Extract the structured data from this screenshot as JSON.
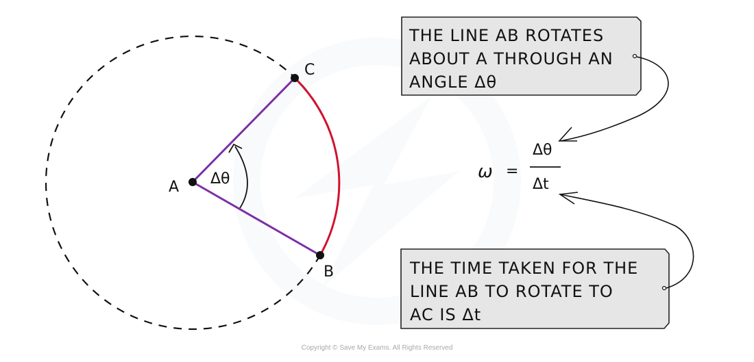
{
  "diagram": {
    "title": "Angular displacement and angular speed",
    "points": {
      "A": "A",
      "B": "B",
      "C": "C"
    },
    "angle_label": "Δθ",
    "formula": {
      "lhs": "ω",
      "equals": "=",
      "numerator": "Δθ",
      "denominator": "Δt"
    },
    "callouts": [
      {
        "lines": [
          "THE LINE AB ROTATES",
          "ABOUT A THROUGH AN",
          "ANGLE Δθ"
        ],
        "points_to": "numerator"
      },
      {
        "lines": [
          "THE TIME TAKEN FOR THE",
          "LINE AB TO ROTATE TO",
          "AC IS Δt"
        ],
        "points_to": "denominator"
      }
    ],
    "colors": {
      "radius_lines": "#7b2fa6",
      "arc": "#d3112e",
      "callout_fill": "#e6e6e6",
      "circle": "#111111"
    }
  },
  "footer": {
    "copyright": "Copyright © Save My Exams. All Rights Reserved"
  }
}
